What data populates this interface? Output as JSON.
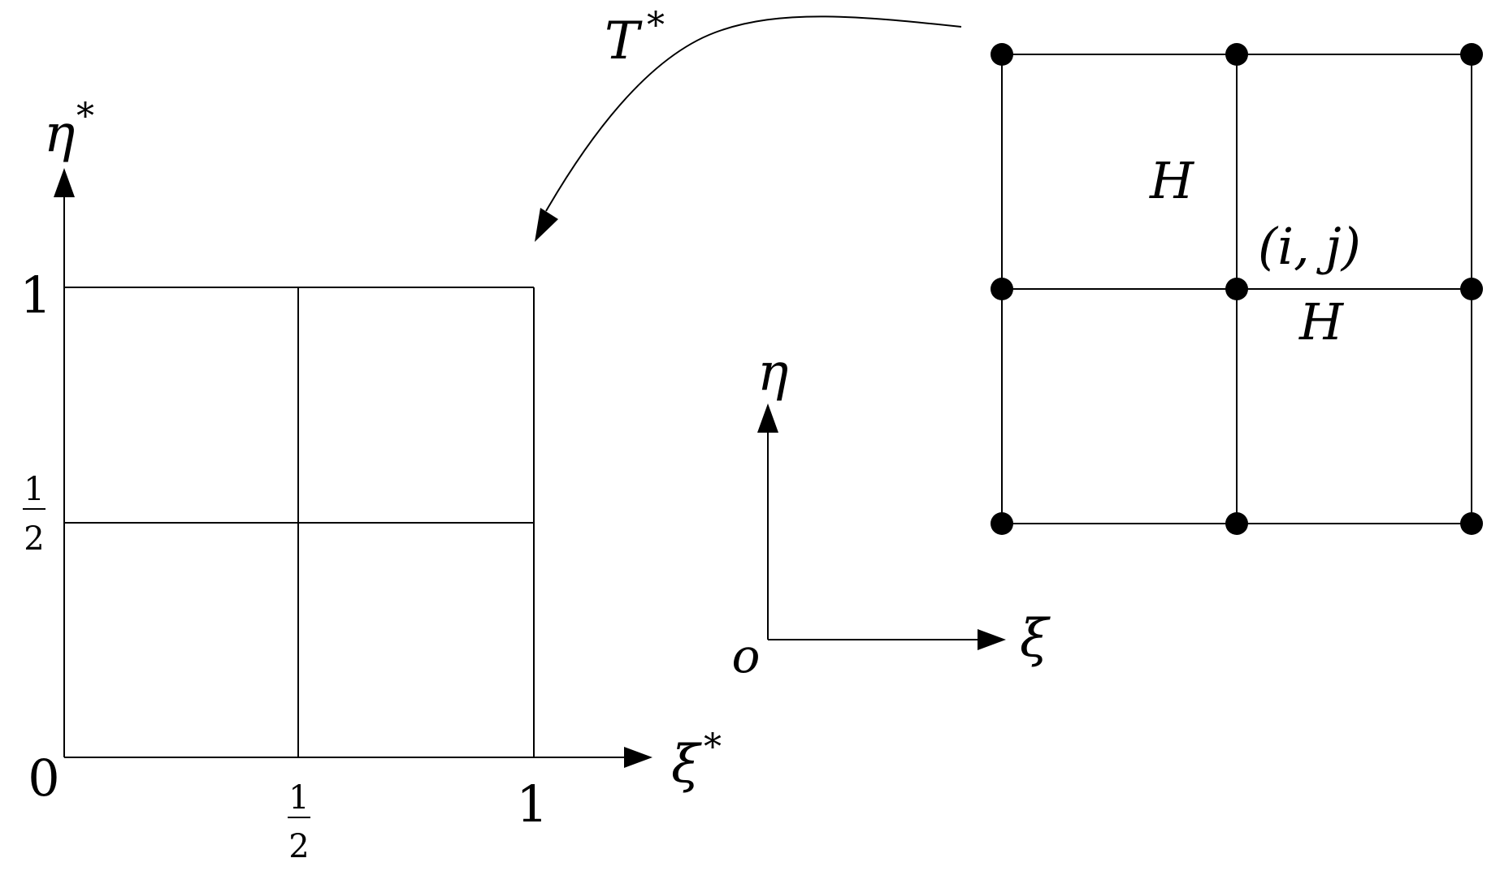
{
  "reference_domain": {
    "xi_axis_label": "ξ",
    "xi_superscript": "*",
    "eta_axis_label": "η",
    "eta_superscript": "*",
    "origin_label": "0",
    "x_tick_mid": {
      "numerator": "1",
      "denominator": "2"
    },
    "x_tick_end": "1",
    "y_tick_mid": {
      "numerator": "1",
      "denominator": "2"
    },
    "y_tick_end": "1"
  },
  "mapping": {
    "label": "T",
    "superscript": "*"
  },
  "physical_axes": {
    "xi_label": "ξ",
    "eta_label": "η",
    "origin_label": "o"
  },
  "physical_grid": {
    "node_label": "(i, j)",
    "spacing_vertical_label": "H",
    "spacing_horizontal_label": "H",
    "rows": 3,
    "cols": 3
  },
  "colors": {
    "ink": "#000000",
    "background": "#ffffff"
  }
}
